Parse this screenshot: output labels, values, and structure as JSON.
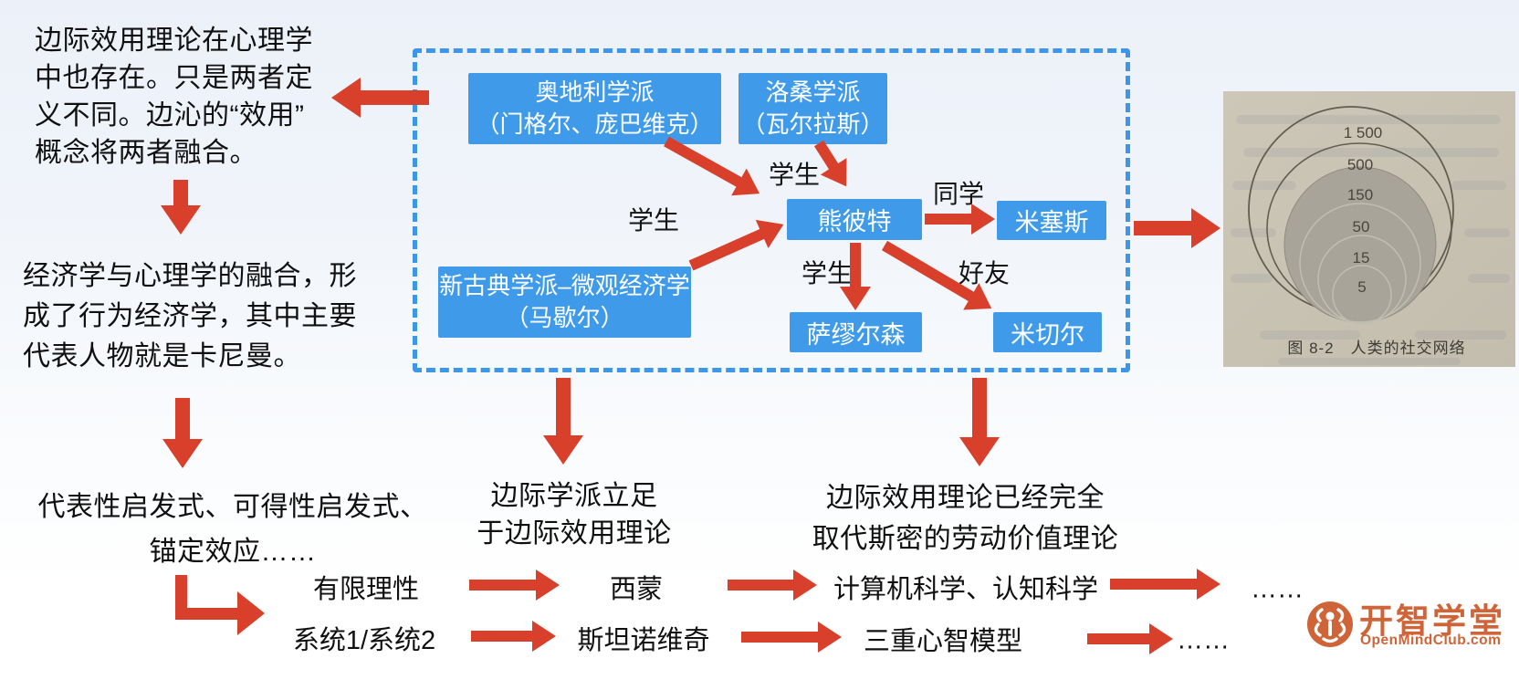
{
  "colors": {
    "arrow_red": "#d8402c",
    "box_blue": "#3f9be9",
    "dashed_border_blue": "#3e96e9",
    "logo_orange": "#ce6437",
    "background_top": "#ecf1f9",
    "background_bottom": "#ffffff"
  },
  "notes": {
    "psych": {
      "lines": [
        "边际效用理论在心理学",
        "中也存在。只是两者定",
        "义不同。边沁的“效用”",
        "概念将两者融合。"
      ]
    },
    "behavioral": {
      "lines": [
        "经济学与心理学的融合，形",
        "成了行为经济学，其中主要",
        "代表人物就是卡尼曼。"
      ]
    },
    "heuristics": {
      "lines": [
        "代表性启发式、可得性启发式、",
        "锚定效应……"
      ]
    },
    "marginal_school": {
      "lines": [
        "边际学派立足",
        "于边际效用理论"
      ]
    },
    "replace_smith": {
      "lines": [
        "边际效用理论已经完全",
        "取代斯密的劳动价值理论"
      ]
    }
  },
  "schools": {
    "austrian": {
      "line1": "奥地利学派",
      "line2": "（门格尔、庞巴维克）"
    },
    "lausanne": {
      "line1": "洛桑学派",
      "line2": "（瓦尔拉斯）"
    },
    "neoclassical": {
      "line1": "新古典学派–微观经济学",
      "line2": "（马歇尔）"
    },
    "schumpeter": "熊彼特",
    "mises": "米塞斯",
    "samuelson": "萨缪尔森",
    "mitchell": "米切尔"
  },
  "edge_labels": {
    "student_top": "学生",
    "student_left": "学生",
    "student_bottom": "学生",
    "classmate": "同学",
    "friend": "好友"
  },
  "chain_row1": {
    "a": "有限理性",
    "b": "西蒙",
    "c": "计算机科学、认知科学",
    "d": "……"
  },
  "chain_row2": {
    "a": "系统1/系统2",
    "b": "斯坦诺维奇",
    "c": "三重心智模型",
    "d": "……"
  },
  "photo": {
    "rings": [
      {
        "label": "1 500",
        "value": 1500
      },
      {
        "label": "500",
        "value": 500
      },
      {
        "label": "150",
        "value": 150
      },
      {
        "label": "50",
        "value": 50
      },
      {
        "label": "15",
        "value": 15
      },
      {
        "label": "5",
        "value": 5
      }
    ],
    "caption": "图 8-2　人类的社交网络"
  },
  "logo": {
    "name": "开智学堂",
    "url": "OpenMindClub.com"
  }
}
